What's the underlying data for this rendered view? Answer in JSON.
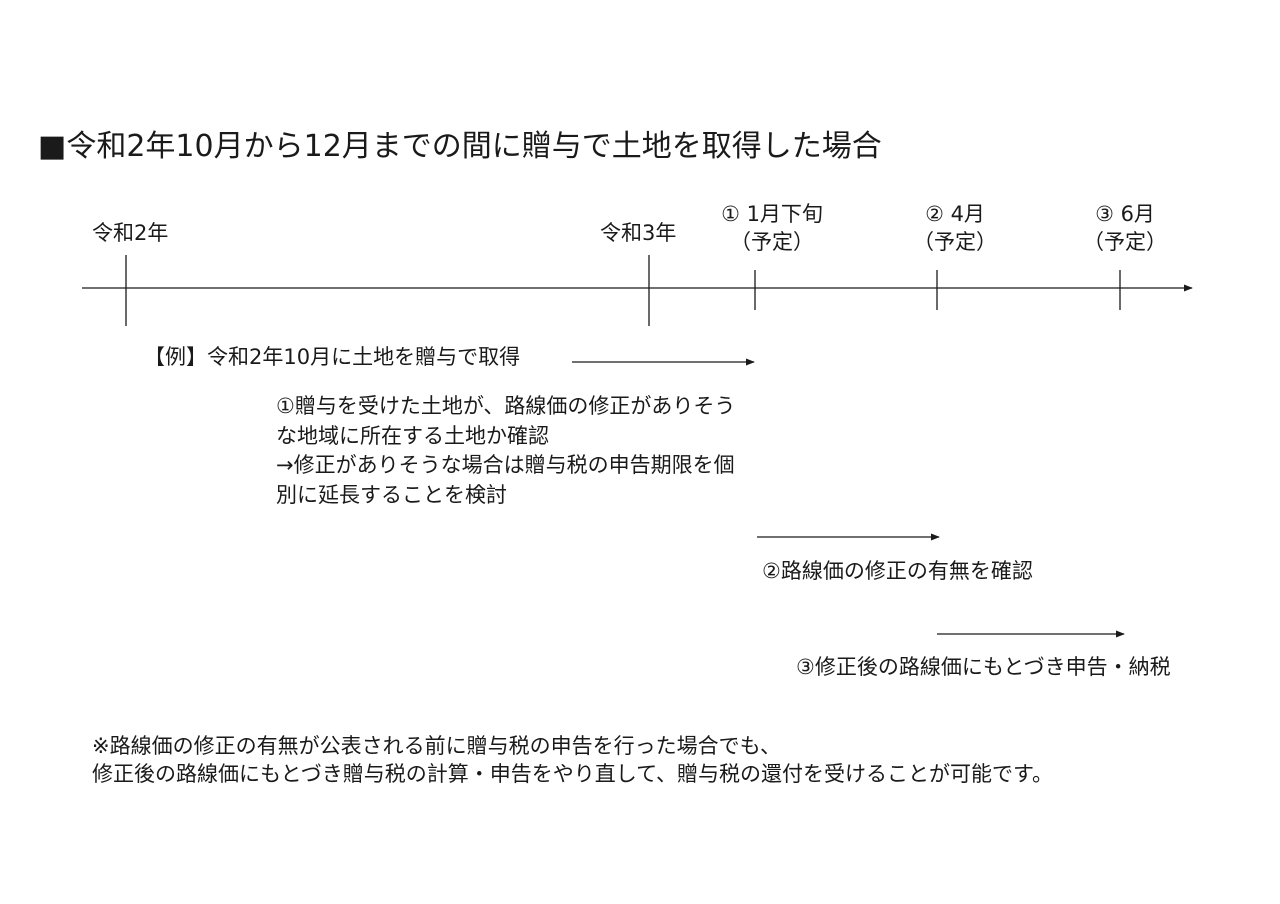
{
  "title": "■令和2年10月から12月までの間に贈与で土地を取得した場合",
  "timeline": {
    "start_year": "令和2年",
    "mid_year": "令和3年",
    "milestones": [
      {
        "label": "① 1月下旬",
        "sub": "（予定）"
      },
      {
        "label": "② 4月",
        "sub": "（予定）"
      },
      {
        "label": "③ 6月",
        "sub": "（予定）"
      }
    ]
  },
  "example": "【例】令和2年10月に土地を贈与で取得",
  "steps": {
    "step1_lines": [
      "①贈与を受けた土地が、路線価の修正がありそう",
      "な地域に所在する土地か確認",
      "→修正がありそうな場合は贈与税の申告期限を個",
      "別に延長することを検討"
    ],
    "step2": "②路線価の修正の有無を確認",
    "step3": "③修正後の路線価にもとづき申告・納税"
  },
  "note_lines": [
    "※路線価の修正の有無が公表される前に贈与税の申告を行った場合でも、",
    "修正後の路線価にもとづき贈与税の計算・申告をやり直して、贈与税の還付を受けることが可能です。"
  ],
  "colors": {
    "text": "#1a1a1a",
    "line": "#1a1a1a"
  }
}
